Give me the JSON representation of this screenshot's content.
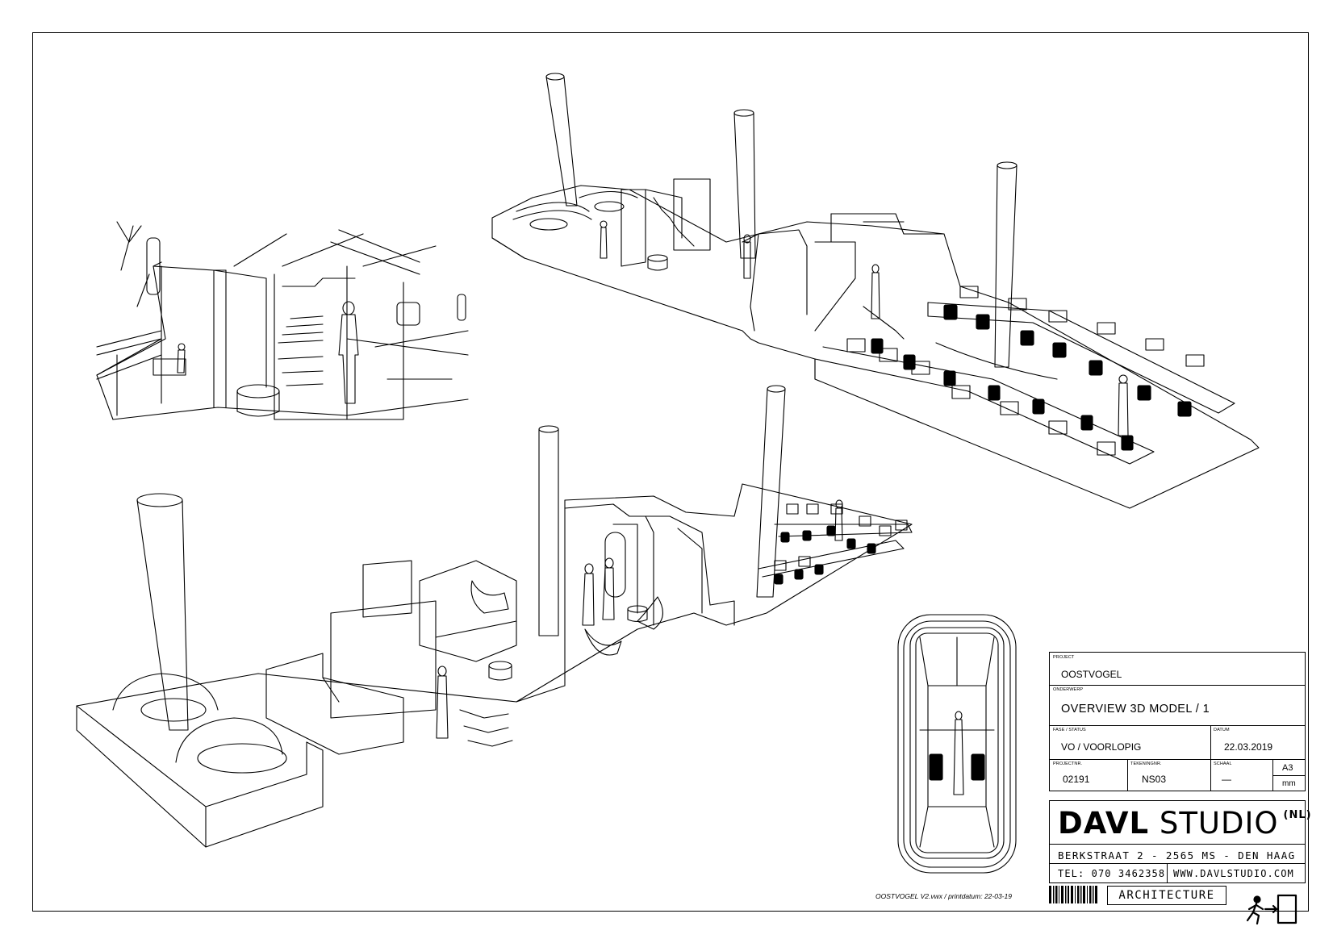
{
  "title_block": {
    "project": {
      "label": "PROJECT",
      "value": "OOSTVOGEL"
    },
    "subject": {
      "label": "ONDERWERP",
      "value": "OVERVIEW 3D MODEL / 1"
    },
    "phase": {
      "label": "FASE / STATUS",
      "value": "VO / VOORLOPIG"
    },
    "date": {
      "label": "DATUM",
      "value": "22.03.2019"
    },
    "project_no": {
      "label": "PROJECTNR.",
      "value": "02191"
    },
    "drawing_no": {
      "label": "TEKENINGNR.",
      "value": "NS03"
    },
    "scale": {
      "label": "SCHAAL",
      "value": "—"
    },
    "paper": {
      "format": "A3",
      "unit": "mm"
    }
  },
  "studio": {
    "name_bold": "DAVL",
    "name_light": "STUDIO",
    "country": "(NL)",
    "address": "BERKSTRAAT 2 - 2565 MS - DEN HAAG",
    "phone": "TEL: 070 3462358",
    "website": "WWW.DAVLSTUDIO.COM",
    "tagline": "ARCHITECTURE"
  },
  "file_info": "OOSTVOGEL V2.vwx  /  printdatum:  22-03-19",
  "icons": [
    "exit-sign-icon",
    "barcode-icon"
  ]
}
